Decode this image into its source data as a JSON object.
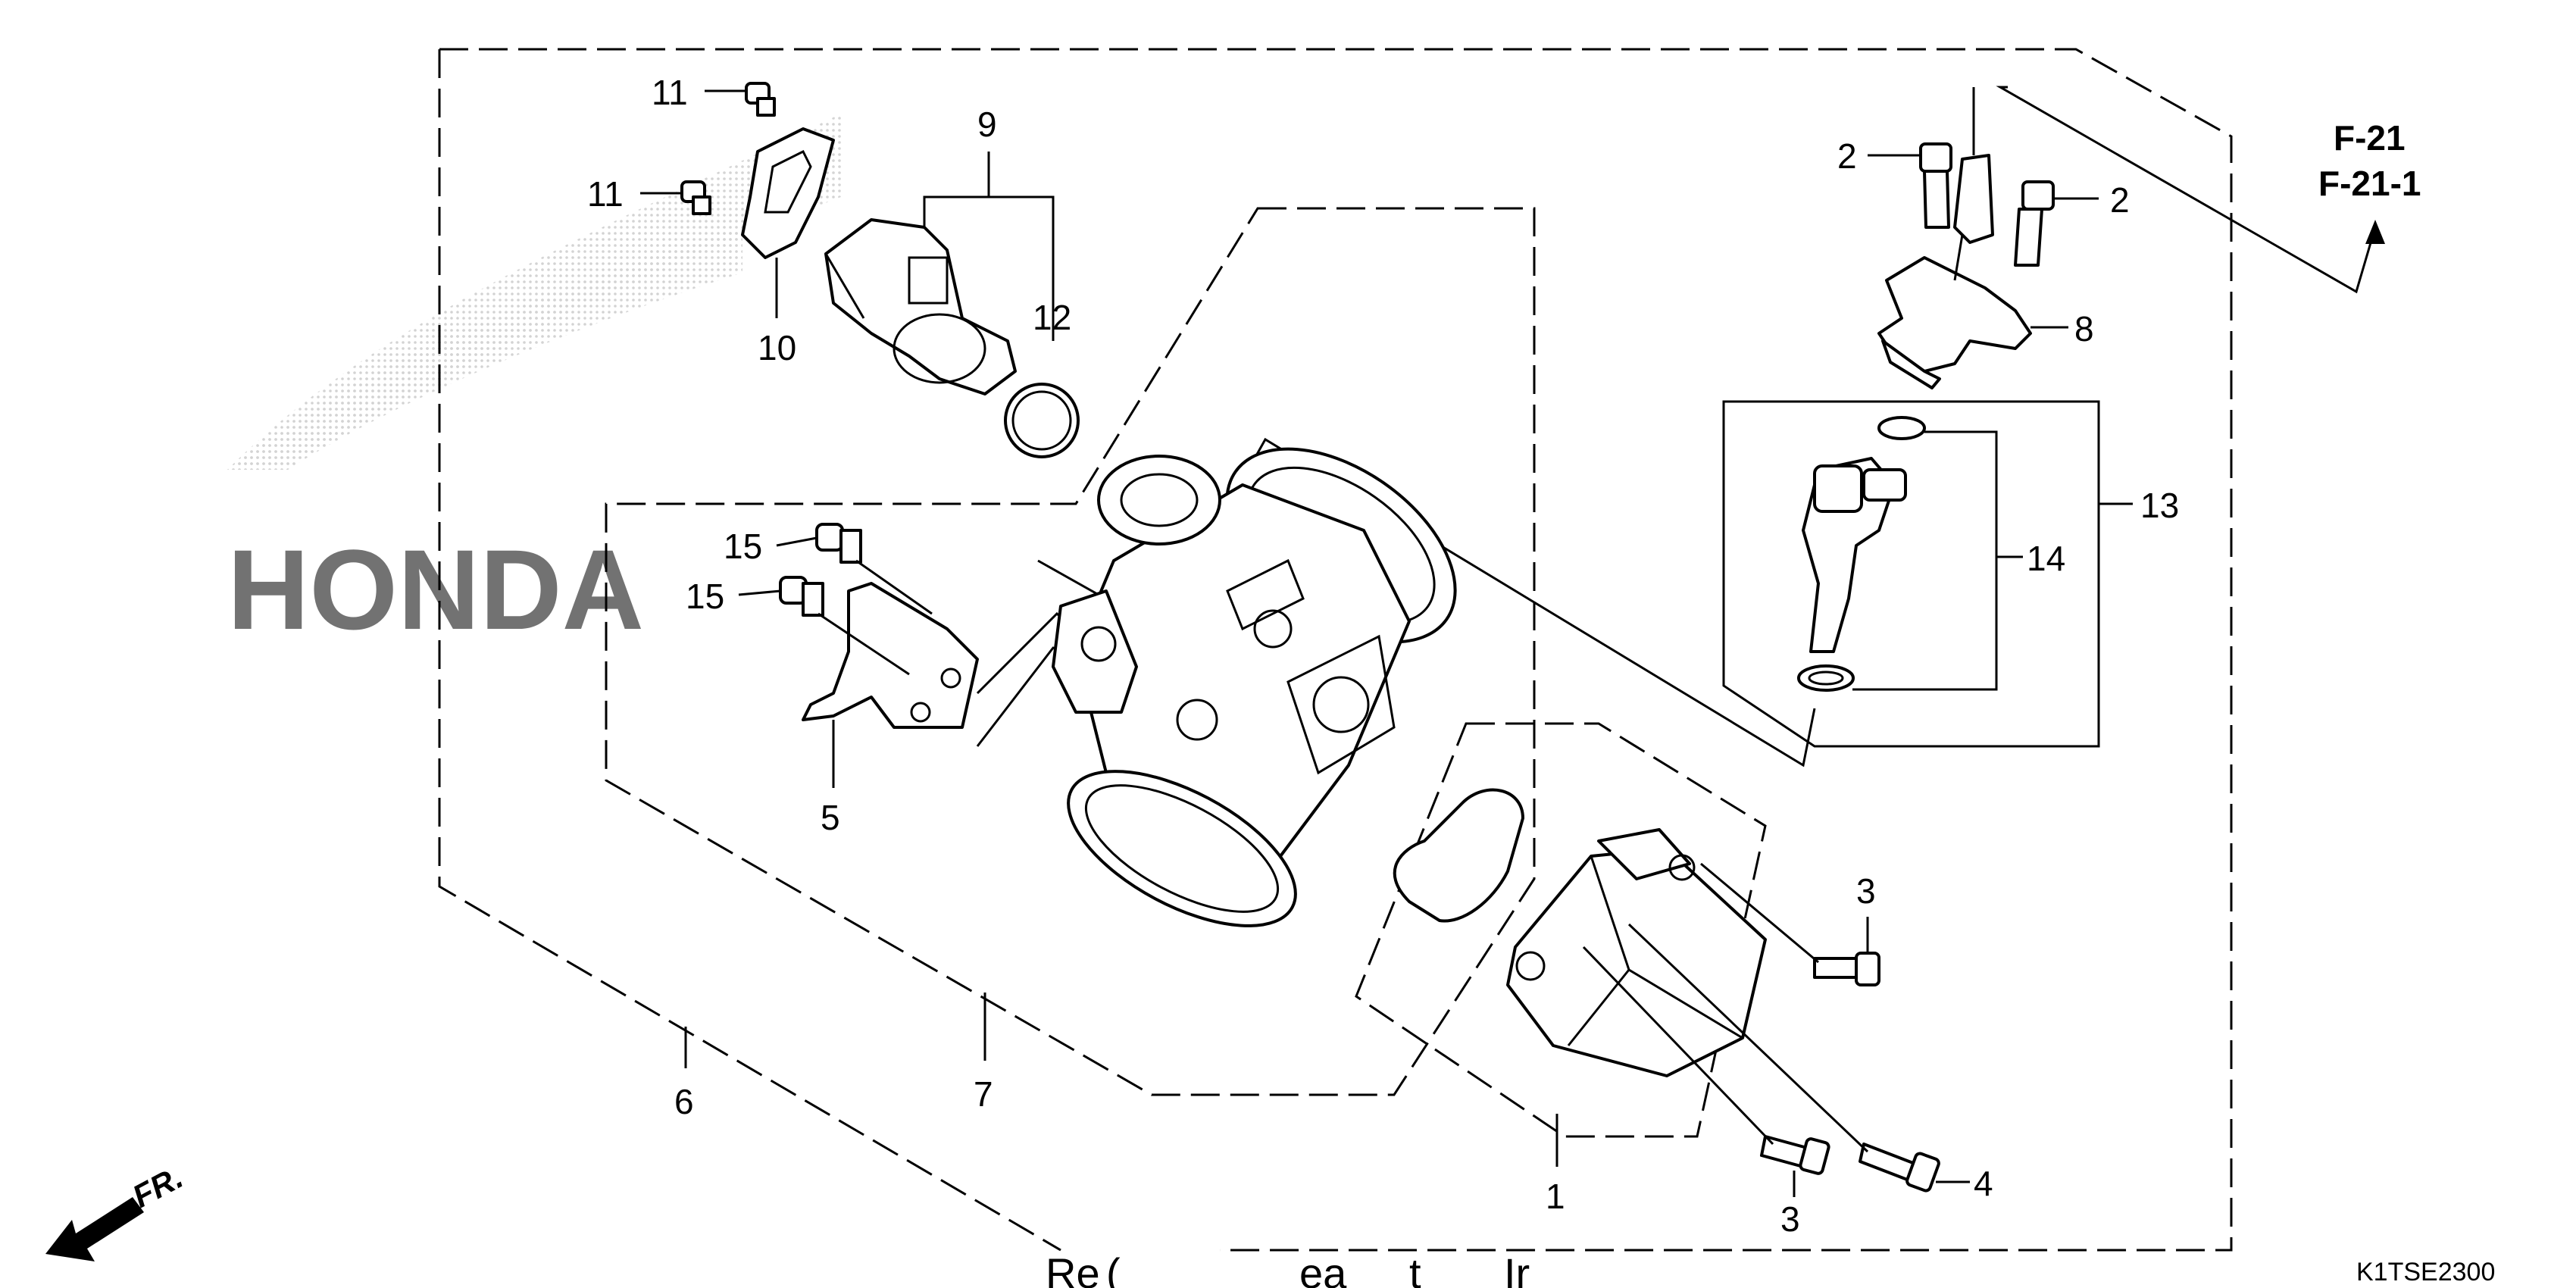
{
  "callouts": {
    "c1": "1",
    "c2a": "2",
    "c2b": "2",
    "c3a": "3",
    "c3b": "3",
    "c4": "4",
    "c5": "5",
    "c6": "6",
    "c7": "7",
    "c8": "8",
    "c9": "9",
    "c10": "10",
    "c11a": "11",
    "c11b": "11",
    "c12": "12",
    "c13": "13",
    "c14": "14",
    "c15a": "15",
    "c15b": "15"
  },
  "references": {
    "ref1": "F-21",
    "ref2": "F-21-1"
  },
  "front_indicator": "FR.",
  "diagram_code": "K1TSE2300",
  "watermark": "HONDA",
  "bottom_caption": {
    "p1": "Re",
    "p2": "(",
    "p3": "ea",
    "p4": "t",
    "p5": "Ir"
  }
}
